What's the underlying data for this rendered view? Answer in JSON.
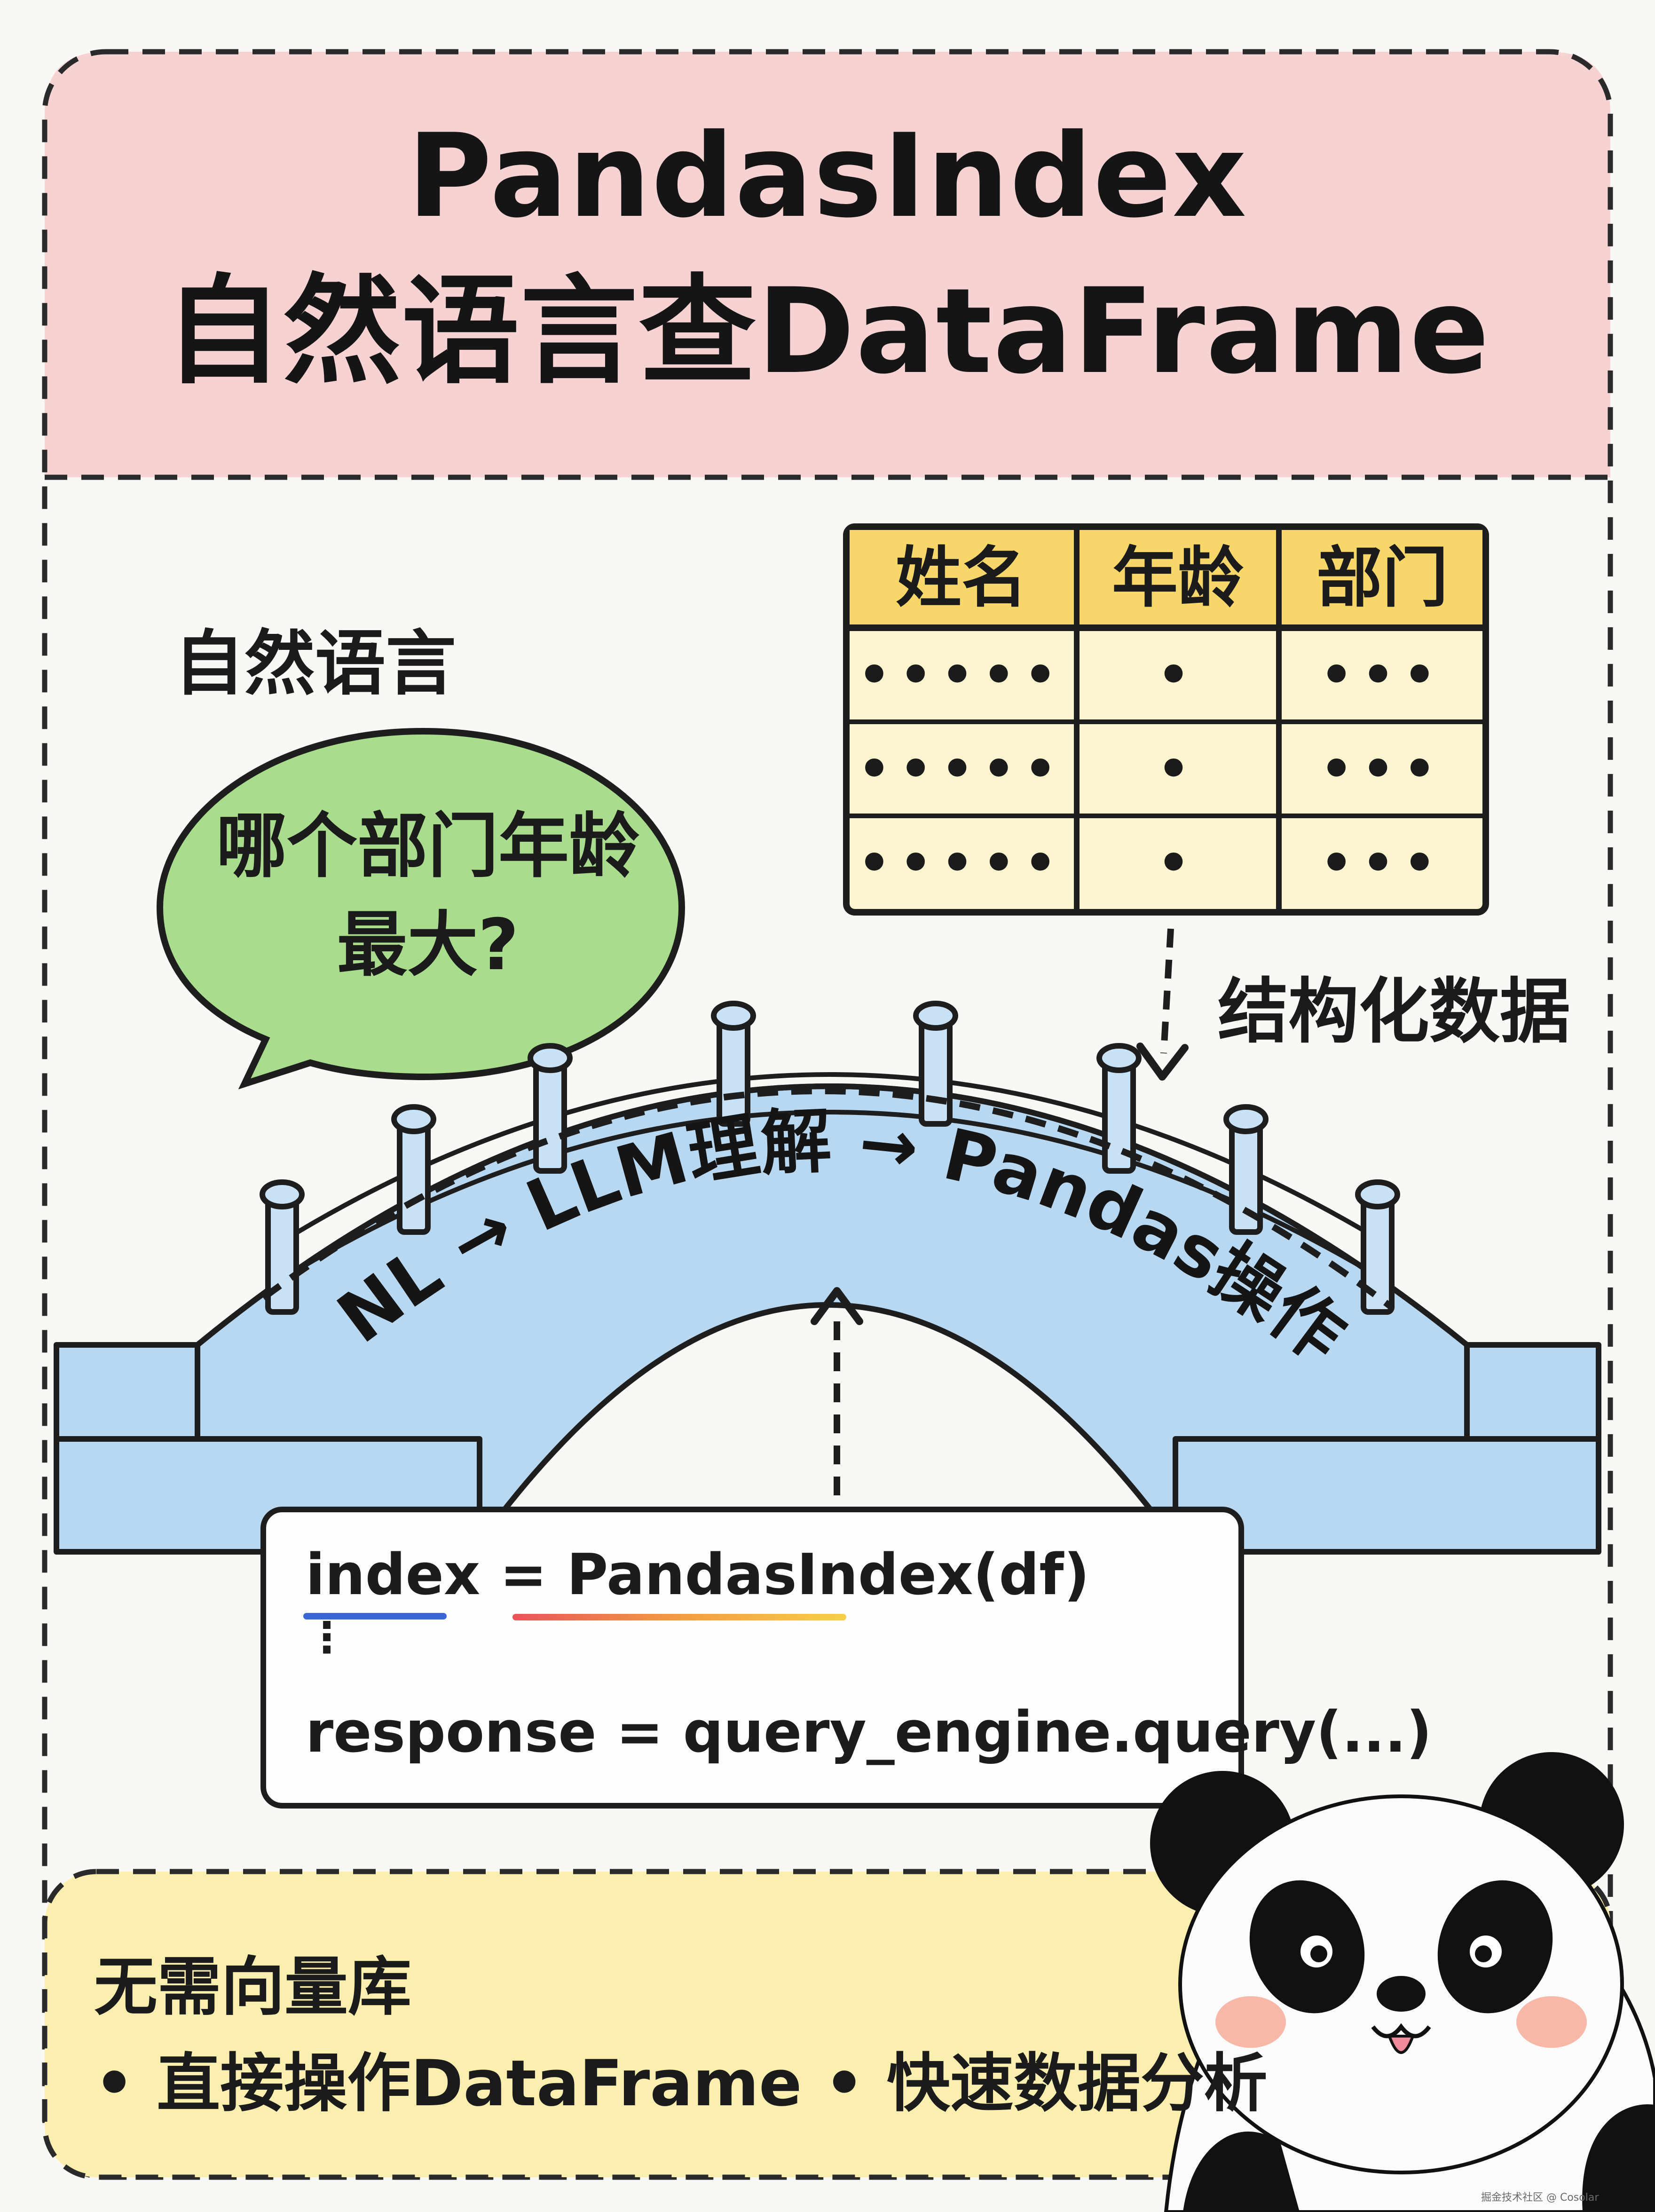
{
  "header": {
    "title_line1": "PandasIndex",
    "title_line2": "自然语言查DataFrame",
    "background": "#f6d2d2"
  },
  "natural_language": {
    "label": "自然语言",
    "question": "哪个部门年龄最大?",
    "bubble_color": "#a9dc8c"
  },
  "table": {
    "headers": [
      "姓名",
      "年龄",
      "部门"
    ],
    "rows": [
      [
        "•••••",
        "•",
        "•••"
      ],
      [
        "•••••",
        "•",
        "•••"
      ],
      [
        "•••••",
        "•",
        "•••"
      ]
    ],
    "header_color": "#f7d76a",
    "body_color": "#fdf5cf"
  },
  "structured_label": "结构化数据",
  "bridge": {
    "text": "NL → LLM理解 → Pandas操作",
    "color": "#b8d8f2"
  },
  "code": {
    "line1": "index = PandasIndex(df)",
    "line2": "⋮",
    "line3": "response = query_engine.query(...)"
  },
  "bottom": {
    "line1": "无需向量库",
    "line2": "• 直接操作DataFrame • 快速数据分析",
    "background": "#fbefb0"
  },
  "watermark": "掘金技术社区 @ Cosolar"
}
